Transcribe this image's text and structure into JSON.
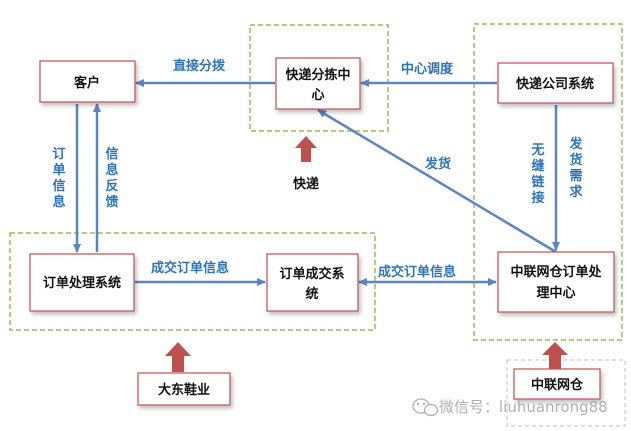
{
  "nodes": {
    "customer": "客户",
    "sorting_center_l1": "快递分拣中",
    "sorting_center_l2": "心",
    "courier_company": "快递公司系统",
    "order_processing": "订单处理系统",
    "order_deal_l1": "订单成交系",
    "order_deal_l2": "统",
    "zl_center_l1": "中联网仓订单处",
    "zl_center_l2": "理中心",
    "dadong": "大东鞋业",
    "zhonglian": "中联网仓"
  },
  "edges": {
    "direct_dispatch": "直接分拨",
    "central_dispatch": "中心调度",
    "order_info_v": [
      "订",
      "单",
      "信",
      "息"
    ],
    "info_feedback_v": [
      "信",
      "息",
      "反",
      "馈"
    ],
    "shipping": "发货",
    "seamless_link_v": [
      "无",
      "缝",
      "链",
      "接"
    ],
    "shipping_demand_v": [
      "发",
      "货",
      "需",
      "求"
    ],
    "deal_info_1": "成交订单信息",
    "deal_info_2": "成交订单信息"
  },
  "labels": {
    "express": "快递"
  },
  "watermark": {
    "text": "微信号：liuhuanrong88"
  },
  "colors": {
    "arrow": "#5b84c4",
    "edge_label": "#2e75b6",
    "input_arrow": "#c0504d",
    "dashed_border": "#9bbb59",
    "node_border": "#c0504d",
    "grey_dashed": "#bfbfbf"
  }
}
